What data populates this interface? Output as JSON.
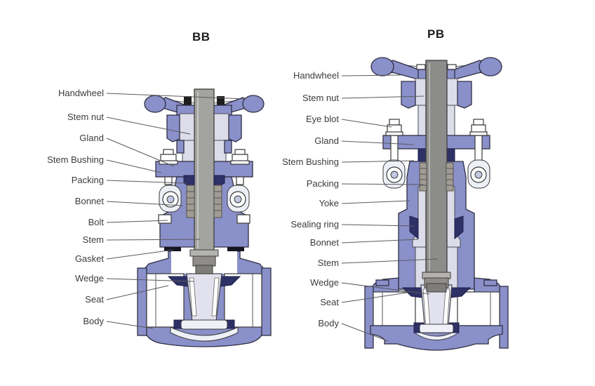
{
  "page": {
    "background": "#ffffff"
  },
  "colors": {
    "body_purple": "#8a90c9",
    "dark_navy": "#2e3166",
    "stem_gray": "#a3a3a0",
    "stem_gray_dark": "#8c8c8a",
    "housing_light": "#dcdde9",
    "wedge_light": "#e2e2ee",
    "outline": "#2f2f44",
    "label_text": "#3c3c3c",
    "leader_line": "#5a5a5e",
    "title_text": "#1d1d1d"
  },
  "diagrams": [
    {
      "id": "bb",
      "title": "BB",
      "labels": [
        "Handwheel",
        "Stem nut",
        "Gland",
        "Stem Bushing",
        "Packing",
        "Bonnet",
        "Bolt",
        "Stem",
        "Gasket",
        "Wedge",
        "Seat",
        "Body"
      ]
    },
    {
      "id": "pb",
      "title": "PB",
      "labels": [
        "Handwheel",
        "Stem nut",
        "Eye blot",
        "Gland",
        "Stem Bushing",
        "Packing",
        "Yoke",
        "Sealing ring",
        "Bonnet",
        "Stem",
        "Wedge",
        "Seat",
        "Body"
      ]
    }
  ]
}
